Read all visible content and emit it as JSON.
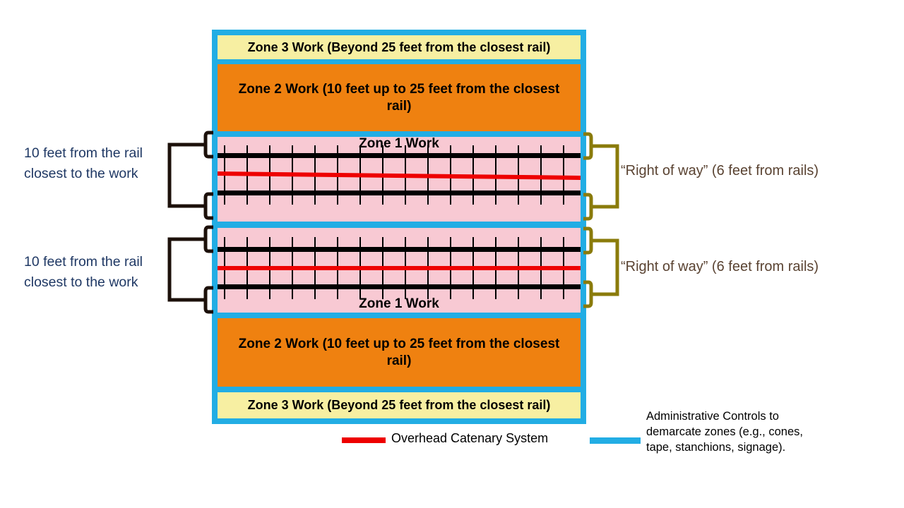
{
  "diagram": {
    "zone3_top_label": "Zone 3 Work (Beyond 25 feet from the closest rail)",
    "zone2_top_label": "Zone 2 Work (10 feet up to 25 feet from the closest rail)",
    "zone1_top_label": "Zone 1 Work",
    "zone1_bottom_label": "Zone 1 Work",
    "zone2_bottom_label": "Zone 2 Work (10 feet up to 25 feet from the closest rail)",
    "zone3_bottom_label": "Zone 3 Work (Beyond 25 feet from the closest rail)"
  },
  "annotations": {
    "left_top": "10 feet from the rail closest to the work",
    "left_bottom": "10 feet from the rail closest to the work",
    "right_top": "“Right of way” (6 feet from rails)",
    "right_bottom": "“Right of way” (6 feet from rails)"
  },
  "legend": {
    "catenary_label": "Overhead Catenary System",
    "admin_label": "Administrative Controls to demarcate zones (e.g., cones, tape, stanchions, signage)."
  },
  "colors": {
    "page-bg": "#FFFFFF",
    "demarcation-blue": "#22ADE4",
    "zone3-yellow": "#F7EFA2",
    "zone2-orange": "#EF8110",
    "zone1-pink": "#F8C9D3",
    "catenary-red": "#EE0000",
    "rail-black": "#000000",
    "bracket-dark": "#1C100A",
    "bracket-olive": "#8A7B0B",
    "label-navy": "#1F3864",
    "label-brown": "#5A4332",
    "text-black": "#000000"
  }
}
